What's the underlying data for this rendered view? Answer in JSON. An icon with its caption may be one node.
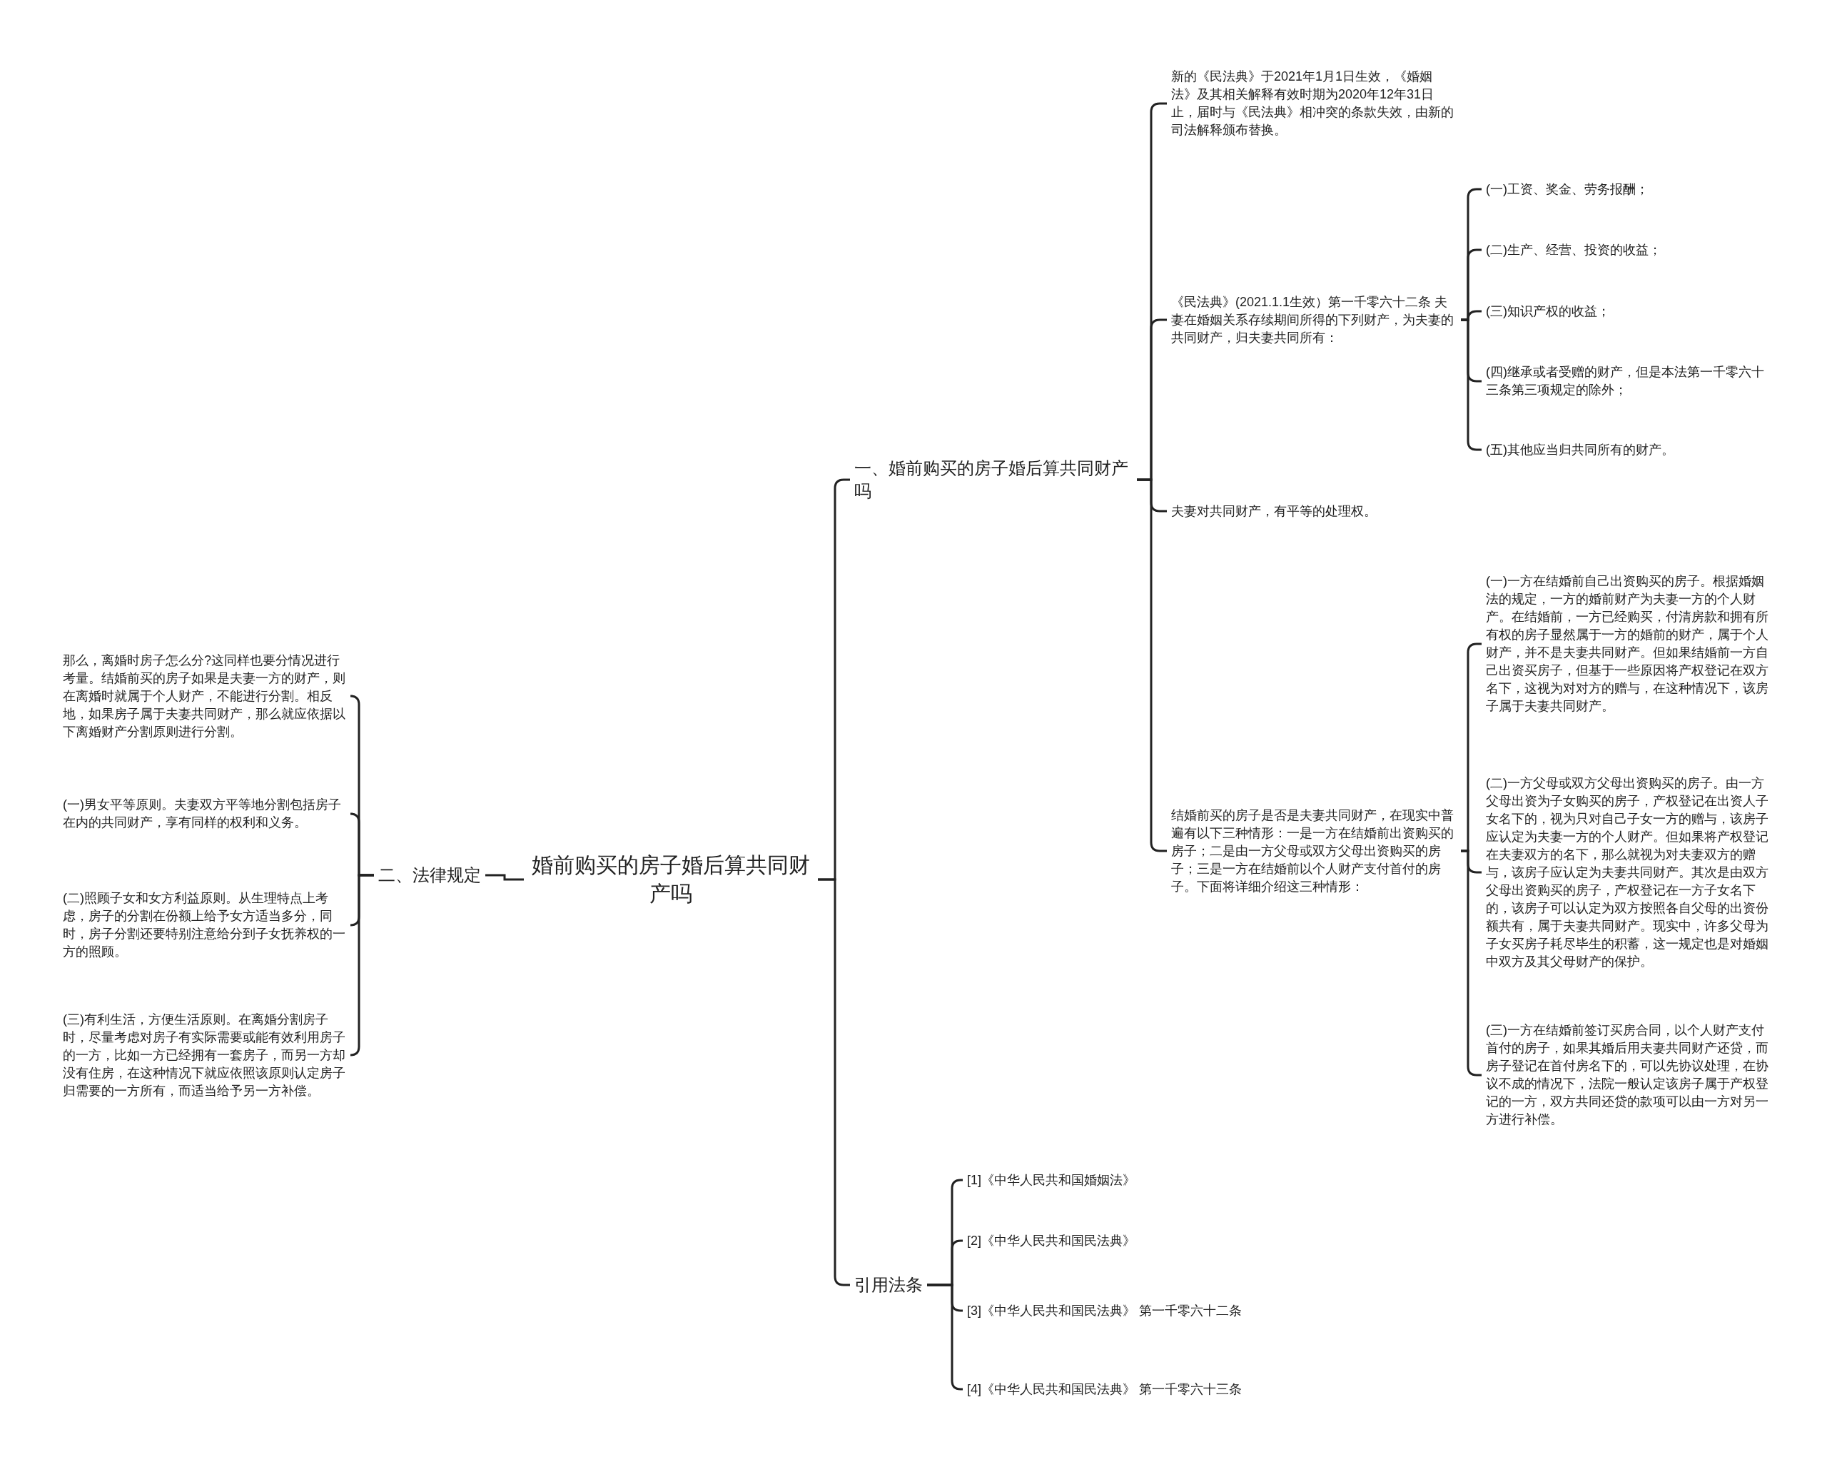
{
  "diagram": {
    "nodes": [
      {
        "text": [
          "婚前购买的房子婚后算共同财产吗"
        ]
      },
      {
        "text": [
          "一、婚前购买的房子婚后算共同财产吗"
        ]
      },
      {
        "text": [
          "新的《民法典》于2021年1月1日生效，《婚姻法》及其相关解释有效时期为2020年12年31日止，届时与《民法典》相冲突的条款失效，由新的司法解释颁布替换。"
        ]
      },
      {
        "text": [
          "《民法典》(2021.1.1生效）第一千零六十二条 夫妻在婚姻关系存续期间所得的下列财产，为夫妻的共同财产，归夫妻共同所有："
        ]
      },
      {
        "text": [
          "(一)工资、奖金、劳务报酬；"
        ]
      },
      {
        "text": [
          "(二)生产、经营、投资的收益；"
        ]
      },
      {
        "text": [
          "(三)知识产权的收益；"
        ]
      },
      {
        "text": [
          "(四)继承或者受赠的财产，但是本法第一千零六十三条第三项规定的除外；"
        ]
      },
      {
        "text": [
          "(五)其他应当归共同所有的财产。"
        ]
      },
      {
        "text": [
          "夫妻对共同财产，有平等的处理权。"
        ]
      },
      {
        "text": [
          "结婚前买的房子是否是夫妻共同财产，在现实中普遍有以下三种情形：一是一方在结婚前出资购买的房子；二是由一方父母或双方父母出资购买的房子；三是一方在结婚前以个人财产支付首付的房子。下面将详细介绍这三种情形："
        ]
      },
      {
        "text": [
          "(一)一方在结婚前自己出资购买的房子。根据婚姻法的规定，一方的婚前财产为夫妻一方的个人财产。在结婚前，一方已经购买，付清房款和拥有所有权的房子显然属于一方的婚前的财产，属于个人财产，并不是夫妻共同财产。但如果结婚前一方自己出资买房子，但基于一些原因将产权登记在双方名下，这视为对对方的赠与，在这种情况下，该房子属于夫妻共同财产。"
        ]
      },
      {
        "text": [
          "(二)一方父母或双方父母出资购买的房子。由一方父母出资为子女购买的房子，产权登记在出资人子女名下的，视为只对自己子女一方的赠与，该房子应认定为夫妻一方的个人财产。但如果将产权登记在夫妻双方的名下，那么就视为对夫妻双方的赠与，该房子应认定为夫妻共同财产。其次是由双方父母出资购买的房子，产权登记在一方子女名下的，该房子可以认定为双方按照各自父母的出资份额共有，属于夫妻共同财产。现实中，许多父母为子女买房子耗尽毕生的积蓄，这一规定也是对婚姻中双方及其父母财产的保护。"
        ]
      },
      {
        "text": [
          "(三)一方在结婚前签订买房合同，以个人财产支付首付的房子，如果其婚后用夫妻共同财产还贷，而房子登记在首付房名下的，可以先协议处理，在协议不成的情况下，法院一般认定该房子属于产权登记的一方，双方共同还贷的款项可以由一方对另一方进行补偿。"
        ]
      },
      {
        "text": [
          "引用法条"
        ]
      },
      {
        "text": [
          "[1]《中华人民共和国婚姻法》"
        ]
      },
      {
        "text": [
          "[2]《中华人民共和国民法典》"
        ]
      },
      {
        "text": [
          "[3]《中华人民共和国民法典》 第一千零六十二条"
        ]
      },
      {
        "text": [
          "[4]《中华人民共和国民法典》 第一千零六十三条"
        ]
      },
      {
        "text": [
          "二、法律规定"
        ]
      },
      {
        "text": [
          "那么，离婚时房子怎么分?这同样也要分情况进行考量。结婚前买的房子如果是夫妻一方的财产，则在离婚时就属于个人财产，不能进行分割。相反地，如果房子属于夫妻共同财产，那么就应依据以下离婚财产分割原则进行分割。"
        ]
      },
      {
        "text": [
          "(一)男女平等原则。夫妻双方平等地分割包括房子在内的共同财产，享有同样的权利和义务。"
        ]
      },
      {
        "text": [
          "(二)照顾子女和女方利益原则。从生理特点上考虑，房子的分割在份额上给予女方适当多分，同时，房子分割还要特别注意给分到子女抚养权的一方的照顾。"
        ]
      },
      {
        "text": [
          "(三)有利生活，方便生活原则。在离婚分割房子时，尽量考虑对房子有实际需要或能有效利用房子的一方，比如一方已经拥有一套房子，而另一方却没有住房，在这种情况下就应依照该原则认定房子归需要的一方所有，而适当给予另一方补偿。"
        ]
      }
    ],
    "edges": [
      {
        "from": 0,
        "to": 1,
        "arrow": "none"
      },
      {
        "from": 1,
        "to": 2,
        "arrow": "none"
      },
      {
        "from": 1,
        "to": 3,
        "arrow": "none"
      },
      {
        "from": 3,
        "to": 4,
        "arrow": "none"
      },
      {
        "from": 3,
        "to": 5,
        "arrow": "none"
      },
      {
        "from": 3,
        "to": 6,
        "arrow": "none"
      },
      {
        "from": 3,
        "to": 7,
        "arrow": "none"
      },
      {
        "from": 3,
        "to": 8,
        "arrow": "none"
      },
      {
        "from": 1,
        "to": 9,
        "arrow": "none"
      },
      {
        "from": 1,
        "to": 10,
        "arrow": "none"
      },
      {
        "from": 10,
        "to": 11,
        "arrow": "none"
      },
      {
        "from": 10,
        "to": 12,
        "arrow": "none"
      },
      {
        "from": 10,
        "to": 13,
        "arrow": "none"
      },
      {
        "from": 0,
        "to": 14,
        "arrow": "none"
      },
      {
        "from": 14,
        "to": 15,
        "arrow": "none"
      },
      {
        "from": 14,
        "to": 16,
        "arrow": "none"
      },
      {
        "from": 14,
        "to": 17,
        "arrow": "none"
      },
      {
        "from": 14,
        "to": 18,
        "arrow": "none"
      },
      {
        "from": 0,
        "to": 19,
        "arrow": "none"
      },
      {
        "from": 19,
        "to": 20,
        "arrow": "none"
      },
      {
        "from": 19,
        "to": 21,
        "arrow": "none"
      },
      {
        "from": 19,
        "to": 22,
        "arrow": "none"
      },
      {
        "from": 19,
        "to": 23,
        "arrow": "none"
      }
    ]
  }
}
